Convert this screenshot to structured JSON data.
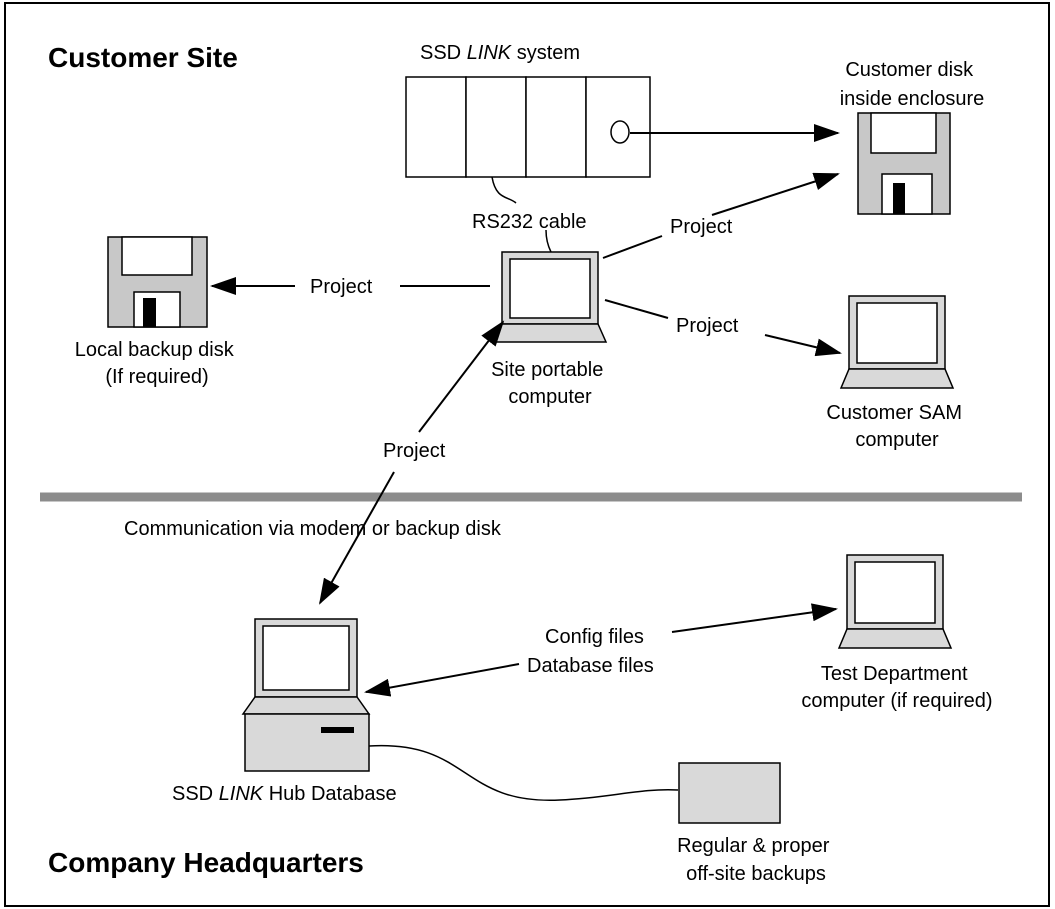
{
  "regions": {
    "customer_site": "Customer Site",
    "company_hq": "Company Headquarters"
  },
  "link_system": {
    "prefix": "SSD ",
    "italic": "LINK",
    "suffix": " system"
  },
  "cable_label": "RS232 cable",
  "customer_disk_label": [
    "Customer disk",
    "inside enclosure"
  ],
  "local_backup_label": [
    "Local backup disk",
    "(If required)"
  ],
  "site_portable_label": [
    "Site portable",
    "computer"
  ],
  "customer_sam_label": [
    "Customer SAM",
    "computer"
  ],
  "project_labels": {
    "to_local_disk": "Project",
    "to_customer_disk": "Project",
    "to_sam": "Project",
    "to_hub": "Project"
  },
  "communication_label": "Communication via modem or backup disk",
  "config_files_label": "Config files",
  "database_files_label": "Database files",
  "test_dept_label": [
    "Test Department",
    "computer (if required)"
  ],
  "hub_label": {
    "prefix": "SSD ",
    "italic": "LINK",
    "suffix": " Hub Database"
  },
  "backups_label": [
    "Regular & proper",
    "off-site backups"
  ],
  "colors": {
    "divider": "#8c8c8c",
    "device_fill": "#d9d9d9",
    "disk_fill": "#c8c8c8",
    "line": "#000000"
  }
}
